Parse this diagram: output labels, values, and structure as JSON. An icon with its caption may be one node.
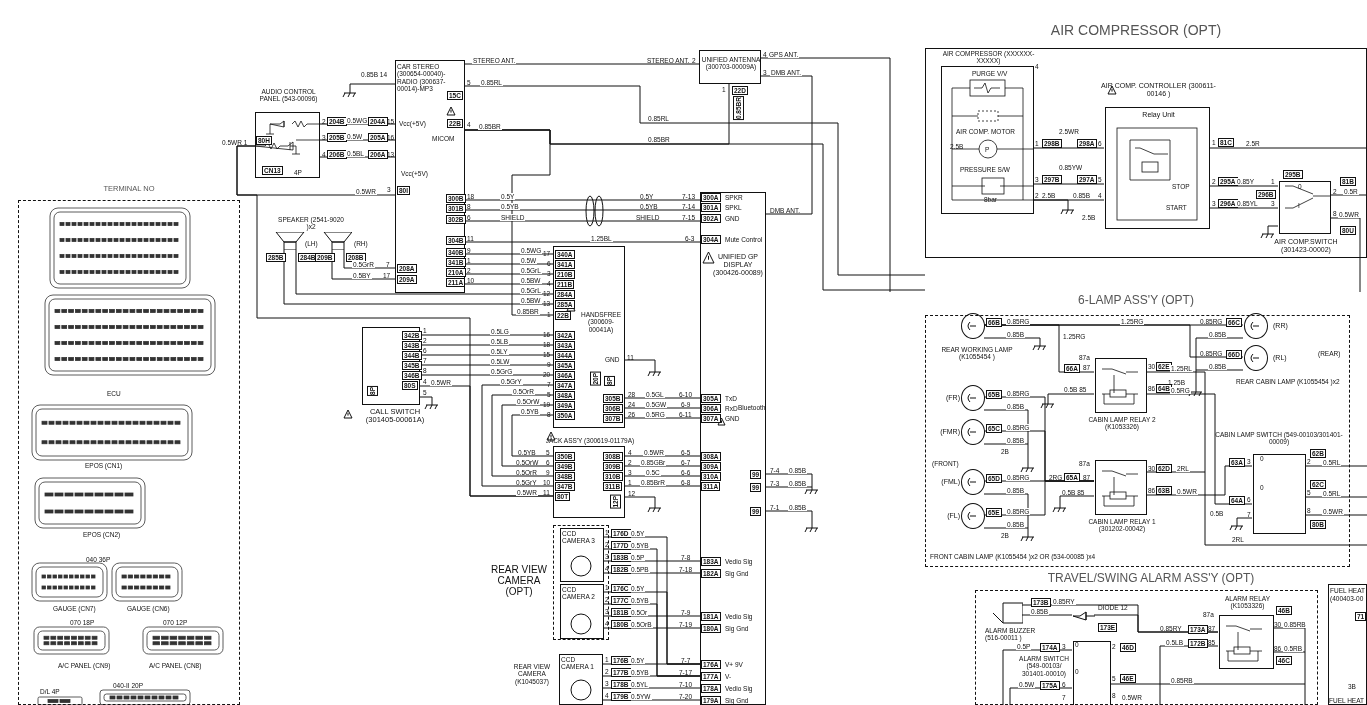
{
  "diagram": {
    "nodes": [
      {
        "text": [
          "AUDIO CONTROL PANEL (543-00096)",
          "4P"
        ]
      },
      {
        "text": [
          "CAR STEREO (300654-00040)-RADIO (300637-00014)-MP3"
        ]
      },
      {
        "text": [
          "UNIFIED ANTENNA (300703-00009A)"
        ]
      },
      {
        "text": [
          "UNIFIED GP DISPLAY (300426-00089)"
        ]
      },
      {
        "text": [
          "SPEAKER (2541-9020 )x2"
        ]
      },
      {
        "text": [
          "HANDSFREE (300609-00041A)"
        ]
      },
      {
        "text": [
          "CALL SWITCH (301405-00061A)"
        ]
      },
      {
        "text": [
          "JACK ASS'Y (300619-01179A)"
        ]
      },
      {
        "text": [
          "REAR VIEW CAMERA (OPT)"
        ]
      },
      {
        "text": [
          "CCD CAMERA 3"
        ],
        "in": 8
      },
      {
        "text": [
          "CCD CAMERA 2"
        ],
        "in": 8
      },
      {
        "text": [
          "CCD CAMERA 1"
        ],
        "beside": [
          "REAR VIEW CAMERA (K1045037)"
        ]
      },
      {
        "text": [
          "TERMINAL NO"
        ]
      },
      {
        "text": [
          "AIR COMPRESSOR (OPT)"
        ]
      },
      {
        "text": [
          "AIR COMPRESSOR (XXXXXX-XXXXX)"
        ],
        "in": 13
      },
      {
        "text": [
          "AIR COMP. CONTROLLER (300611-00146 )",
          "Relay Unit"
        ],
        "in": 13
      },
      {
        "text": [
          "AIR COMP.SWITCH (301423-00002)"
        ],
        "in": 13
      },
      {
        "text": [
          "6-LAMP ASS'Y (OPT)"
        ]
      },
      {
        "text": [
          "REAR WORKING LAMP (K1055454 )"
        ],
        "in": 17
      },
      {
        "text": [
          "(RR)"
        ],
        "in": 17
      },
      {
        "text": [
          "(RL)"
        ],
        "in": 17
      },
      {
        "text": [
          "(FR)"
        ],
        "in": 17
      },
      {
        "text": [
          "(FMR)"
        ],
        "in": 17
      },
      {
        "text": [
          "(FML)"
        ],
        "in": 17
      },
      {
        "text": [
          "(FL)"
        ],
        "in": 17
      },
      {
        "text": [
          "CABIN LAMP RELAY 2 (K1053326)"
        ],
        "in": 17
      },
      {
        "text": [
          "CABIN LAMP RELAY 1 (301202-00042)"
        ],
        "in": 17
      },
      {
        "text": [
          "CABIN LAMP SWITCH (549-00103/301401-00009)"
        ],
        "in": 17
      },
      {
        "text": [
          "TRAVEL/SWING ALARM ASS'Y (OPT)"
        ]
      },
      {
        "text": [
          "ALARM BUZZER (516-00011 )"
        ],
        "in": 28
      },
      {
        "text": [
          "DIODE 12"
        ],
        "in": 28
      },
      {
        "text": [
          "ALARM RELAY (K1053326)"
        ],
        "in": 28
      },
      {
        "text": [
          "ALARM SWITCH (549-00103/ 301401-00010)"
        ],
        "in": 28
      },
      {
        "text": [
          "FUEL HEAT",
          "(400403-00"
        ]
      }
    ],
    "edges": [
      {
        "from": 1,
        "to": 2,
        "arrow": "none",
        "label": "STEREO ANT."
      },
      {
        "from": 1,
        "to": null,
        "arrow": "none",
        "label": "0.85RL"
      },
      {
        "from": 1,
        "to": 2,
        "arrow": "none",
        "label": "0.85BR"
      },
      {
        "from": 1,
        "to": null,
        "arrow": "none"
      },
      {
        "from": 2,
        "to": null,
        "arrow": "none",
        "label": "GPS ANT."
      },
      {
        "from": 2,
        "to": 3,
        "arrow": "none",
        "label": "DMB ANT."
      },
      {
        "from": 0,
        "to": 1,
        "arrow": "none",
        "label": "0.5WG"
      },
      {
        "from": 0,
        "to": 1,
        "arrow": "none",
        "label": "0.5W"
      },
      {
        "from": 0,
        "to": 1,
        "arrow": "none",
        "label": "0.5BL"
      },
      {
        "from": 0,
        "to": 1,
        "arrow": "none",
        "label": "0.5WR"
      },
      {
        "from": 1,
        "to": null,
        "arrow": "none"
      },
      {
        "from": 1,
        "to": 3,
        "arrow": "none",
        "label": "0.5Y"
      },
      {
        "from": 1,
        "to": 3,
        "arrow": "none",
        "label": "0.5YB"
      },
      {
        "from": 1,
        "to": 3,
        "arrow": "none",
        "label": "SHIELD"
      },
      {
        "from": 1,
        "to": 3,
        "arrow": "none",
        "label": "1.25BL"
      },
      {
        "from": 1,
        "to": 5,
        "arrow": "none",
        "label": "0.5WG"
      },
      {
        "from": 1,
        "to": 5,
        "arrow": "none",
        "label": "0.5W"
      },
      {
        "from": 1,
        "to": 5,
        "arrow": "none",
        "label": "0.5GrL"
      },
      {
        "from": 1,
        "to": 5,
        "arrow": "none",
        "label": "0.5BW"
      },
      {
        "from": 4,
        "to": 1,
        "arrow": "none",
        "label": "0.5GrR"
      },
      {
        "from": 4,
        "to": 1,
        "arrow": "none",
        "label": "0.5BY"
      },
      {
        "from": 4,
        "to": 5,
        "arrow": "none",
        "label": "0.5GrL"
      },
      {
        "from": 4,
        "to": 5,
        "arrow": "none",
        "label": "0.5BW"
      },
      {
        "from": 1,
        "to": 5,
        "arrow": "none",
        "label": "0.85BR"
      },
      {
        "from": 0,
        "to": 7,
        "arrow": "none",
        "label": "0.5WR"
      },
      {
        "from": 6,
        "to": 7,
        "arrow": "none",
        "label": "0.5WR"
      },
      {
        "from": 6,
        "to": 5,
        "arrow": "none",
        "label": "0.5LG"
      },
      {
        "from": 6,
        "to": 5,
        "arrow": "none",
        "label": "0.5LB"
      },
      {
        "from": 6,
        "to": 5,
        "arrow": "none",
        "label": "0.5LY"
      },
      {
        "from": 6,
        "to": 5,
        "arrow": "none",
        "label": "0.5LW"
      },
      {
        "from": 6,
        "to": 5,
        "arrow": "none",
        "label": "0.5GrG"
      },
      {
        "from": 5,
        "to": 7,
        "arrow": "none",
        "label": "0.5GrY"
      },
      {
        "from": 5,
        "to": 7,
        "arrow": "none",
        "label": "0.5OrR"
      },
      {
        "from": 5,
        "to": 7,
        "arrow": "none",
        "label": "0.5OrW"
      },
      {
        "from": 5,
        "to": 7,
        "arrow": "none",
        "label": "0.5YB"
      },
      {
        "from": 5,
        "to": 3,
        "arrow": "none",
        "label": "0.5GL"
      },
      {
        "from": 5,
        "to": 3,
        "arrow": "none",
        "label": "0.5GW"
      },
      {
        "from": 5,
        "to": 3,
        "arrow": "none",
        "label": "0.5RG"
      },
      {
        "from": 7,
        "to": 3,
        "arrow": "none",
        "label": "0.5WR"
      },
      {
        "from": 7,
        "to": 3,
        "arrow": "none",
        "label": "0.85GBr"
      },
      {
        "from": 7,
        "to": 3,
        "arrow": "none",
        "label": "0.5C"
      },
      {
        "from": 7,
        "to": 3,
        "arrow": "none",
        "label": "0.85BrR"
      },
      {
        "from": 5,
        "to": null,
        "arrow": "none"
      },
      {
        "from": 7,
        "to": null,
        "arrow": "none"
      },
      {
        "from": 6,
        "to": null,
        "arrow": "none"
      },
      {
        "from": 9,
        "to": 3,
        "arrow": "none",
        "label": "0.5Y"
      },
      {
        "from": 9,
        "to": 3,
        "arrow": "none",
        "label": "0.5YB"
      },
      {
        "from": 9,
        "to": 3,
        "arrow": "none",
        "label": "0.5P"
      },
      {
        "from": 9,
        "to": 3,
        "arrow": "none",
        "label": "0.5PB"
      },
      {
        "from": 10,
        "to": 3,
        "arrow": "none",
        "label": "0.5Y"
      },
      {
        "from": 10,
        "to": 3,
        "arrow": "none",
        "label": "0.5YB"
      },
      {
        "from": 10,
        "to": 3,
        "arrow": "none",
        "label": "0.5Or"
      },
      {
        "from": 10,
        "to": 3,
        "arrow": "none",
        "label": "0.5OrB"
      },
      {
        "from": 11,
        "to": 3,
        "arrow": "none",
        "label": "0.5Y"
      },
      {
        "from": 11,
        "to": 3,
        "arrow": "none",
        "label": "0.5YB"
      },
      {
        "from": 11,
        "to": 3,
        "arrow": "none",
        "label": "0.5YL"
      },
      {
        "from": 11,
        "to": 3,
        "arrow": "none",
        "label": "0.5YW"
      },
      {
        "from": 3,
        "to": null,
        "arrow": "none",
        "label": "0.85B"
      },
      {
        "from": 3,
        "to": null,
        "arrow": "none",
        "label": "0.85B"
      },
      {
        "from": 3,
        "to": null,
        "arrow": "none",
        "label": "0.85B"
      },
      {
        "from": 14,
        "to": 15,
        "arrow": "none",
        "label": "2.5WR"
      },
      {
        "from": 14,
        "to": 15,
        "arrow": "none",
        "label": "0.85YW"
      },
      {
        "from": 14,
        "to": 15,
        "arrow": "none",
        "label": "0.85B"
      },
      {
        "from": 14,
        "to": null,
        "arrow": "none"
      },
      {
        "from": 15,
        "to": null,
        "arrow": "none",
        "label": "2.5R"
      },
      {
        "from": 15,
        "to": 16,
        "arrow": "none",
        "label": "0.85Y"
      },
      {
        "from": 15,
        "to": 16,
        "arrow": "none",
        "label": "0.85YL"
      },
      {
        "from": 16,
        "to": null,
        "arrow": "none",
        "label": "0.5R"
      },
      {
        "from": 16,
        "to": null,
        "arrow": "none",
        "label": "0.5WR"
      },
      {
        "from": 16,
        "to": null,
        "arrow": "none"
      },
      {
        "from": 18,
        "to": 19,
        "arrow": "none",
        "label": "1.25RG"
      },
      {
        "from": 18,
        "to": 25,
        "arrow": "none",
        "label": "1.25RG"
      },
      {
        "from": 18,
        "to": 20,
        "arrow": "none",
        "label": "0.85RG"
      },
      {
        "from": 18,
        "to": null,
        "arrow": "none",
        "label": "0.85B"
      },
      {
        "from": 19,
        "to": null,
        "arrow": "none",
        "label": "0.85B"
      },
      {
        "from": 20,
        "to": null,
        "arrow": "none",
        "label": "0.85B"
      },
      {
        "from": 25,
        "to": null,
        "arrow": "none",
        "label": "1.25RL"
      },
      {
        "from": 25,
        "to": 27,
        "arrow": "none",
        "label": "0.5RG"
      },
      {
        "from": 26,
        "to": null,
        "arrow": "none",
        "label": "2RL"
      },
      {
        "from": 26,
        "to": 27,
        "arrow": "none",
        "label": "0.5WR"
      },
      {
        "from": 25,
        "to": null,
        "arrow": "none"
      },
      {
        "from": 26,
        "to": null,
        "arrow": "none"
      },
      {
        "from": 21,
        "to": 26,
        "arrow": "none",
        "label": "0.85RG"
      },
      {
        "from": 22,
        "to": 26,
        "arrow": "none",
        "label": "0.85RG"
      },
      {
        "from": 23,
        "to": 26,
        "arrow": "none",
        "label": "0.85RG"
      },
      {
        "from": 24,
        "to": 26,
        "arrow": "none",
        "label": "0.85RG"
      },
      {
        "from": 21,
        "to": null,
        "arrow": "none",
        "label": "0.85B"
      },
      {
        "from": 22,
        "to": null,
        "arrow": "none",
        "label": "0.85B"
      },
      {
        "from": 23,
        "to": null,
        "arrow": "none",
        "label": "0.85B"
      },
      {
        "from": 24,
        "to": null,
        "arrow": "none",
        "label": "0.85B"
      },
      {
        "from": 27,
        "to": null,
        "arrow": "none",
        "label": "0.5RL"
      },
      {
        "from": 27,
        "to": null,
        "arrow": "none",
        "label": "0.5RL"
      },
      {
        "from": 27,
        "to": null,
        "arrow": "none",
        "label": "0.5WR"
      },
      {
        "from": 27,
        "to": null,
        "arrow": "none"
      },
      {
        "from": 29,
        "to": 31,
        "arrow": "none",
        "label": "0.85RY"
      },
      {
        "from": 29,
        "to": 30,
        "arrow": "none",
        "label": "0.85B"
      },
      {
        "from": 30,
        "to": 31,
        "arrow": "none"
      },
      {
        "from": null,
        "to": 31,
        "arrow": "none",
        "label": "0.5LB"
      },
      {
        "from": 31,
        "to": null,
        "arrow": "none",
        "label": "0.85RB"
      },
      {
        "from": 31,
        "to": null,
        "arrow": "none",
        "label": "0.5RB"
      },
      {
        "from": 32,
        "to": null,
        "arrow": "none",
        "label": "0.5P"
      },
      {
        "from": 32,
        "to": null,
        "arrow": "none",
        "label": "0.5W"
      },
      {
        "from": 32,
        "to": null,
        "arrow": "none",
        "label": "0.85RB"
      }
    ],
    "labels": [
      "0.85B 14",
      "2",
      "204B",
      "204A",
      "15",
      "3",
      "205B",
      "205A",
      "16",
      "4",
      "206B",
      "206A",
      "13",
      "80H",
      "0.5WR 1",
      "CN13",
      "Vcc(+5V)",
      "MICOM",
      "Vcc(+5V)",
      "3",
      "80I",
      "5",
      "15C",
      "22B",
      "4",
      "300B",
      "18",
      "301B",
      "8",
      "302B",
      "6",
      "304B",
      "11",
      "340B",
      "9",
      "341B",
      "1",
      "210A",
      "2",
      "211A",
      "10",
      "7",
      "208A",
      "17",
      "209A",
      "(LH)",
      "(RH)",
      "285B",
      "284B",
      "209B",
      "208B",
      "STEREO ANT.",
      "2",
      "4",
      "3",
      "1",
      "22D",
      "0.85BR",
      "0.85RL",
      "0.85BR",
      "0.5Y",
      "0.5YB",
      "SHIELD",
      "7-13",
      "300A",
      "SPKR",
      "7-14",
      "301A",
      "SPKL",
      "7-15",
      "302A",
      "GND",
      "6-3",
      "304A",
      "Mute Control",
      "DMB ANT.",
      "17",
      "340A",
      "6",
      "341A",
      "3",
      "210B",
      "4",
      "211B",
      "12",
      "284A",
      "13",
      "285A",
      "1",
      "22B",
      "16",
      "342A",
      "18",
      "343A",
      "15",
      "344A",
      "9",
      "345A",
      "20",
      "346A",
      "7",
      "347A",
      "5",
      "348A",
      "19",
      "349A",
      "8",
      "350A",
      "20P",
      "8P",
      "GND",
      "11",
      "342B",
      "1",
      "343B",
      "2",
      "344B",
      "6",
      "345B",
      "7",
      "346B",
      "8",
      "80S",
      "4",
      "5",
      "8P",
      "305B",
      "28",
      "6-10",
      "305A",
      "TxD",
      "306B",
      "24",
      "6-9",
      "306A",
      "RxD",
      "307B",
      "26",
      "6-11",
      "307A",
      "GND",
      "Bluetooth",
      "5",
      "350B",
      "6",
      "349B",
      "9",
      "348B",
      "10",
      "347B",
      "11",
      "80T",
      "308B",
      "4",
      "6-5",
      "308A",
      "309B",
      "2",
      "6-7",
      "309A",
      "310B",
      "3",
      "6-6",
      "310A",
      "311B",
      "1",
      "6-8",
      "311A",
      "12P",
      "12",
      "99",
      "7-4",
      "99",
      "7-3",
      "99",
      "7-1",
      "1",
      "176D",
      "2",
      "177D",
      "3",
      "183B",
      "4",
      "182B",
      "7-8",
      "183A",
      "Vedio Sig",
      "7-18",
      "182A",
      "Sig Gnd",
      "1",
      "176C",
      "2",
      "177C",
      "3",
      "181B",
      "4",
      "180B",
      "7-9",
      "181A",
      "Vedio Sig",
      "7-19",
      "180A",
      "Sig Gnd",
      "1",
      "176B",
      "2",
      "177B",
      "3",
      "178B",
      "4",
      "179B",
      "7-7",
      "176A",
      "V+ 9V",
      "7-17",
      "177A",
      "V-",
      "7-10",
      "178A",
      "Vedio Sig",
      "7-20",
      "179A",
      "Sig Gnd",
      "ECU",
      "EPOS (CN1)",
      "EPOS (CN2)",
      "040 36P",
      "GAUGE (CN7)",
      "GAUGE (CN6)",
      "070 18P",
      "070 12P",
      "A/C PANEL (CN9)",
      "A/C PANEL (CN8)",
      "D/L 4P",
      "040-II 20P",
      "4",
      "PURGE V/V",
      "AIR COMP. MOTOR",
      "2.5B",
      "P",
      "PRESSURE S/W",
      "8bar",
      "1",
      "298B",
      "298A",
      "6",
      "3",
      "297B",
      "297A",
      "5",
      "2",
      "2.5B",
      "4",
      "2.5B",
      "STOP",
      "START",
      "1",
      "81C",
      "2",
      "295A",
      "3",
      "296A",
      "295B",
      "296B",
      "1",
      "3",
      "0",
      "I",
      "81B",
      "2",
      "8",
      "80U",
      "66B",
      "87a",
      "66A",
      "87",
      "0.5B 85",
      "30",
      "62E",
      "86",
      "64B",
      "66C",
      "66D",
      "(REAR)",
      "1.25B",
      "REAR CABIN LAMP (K1055454 )x2",
      "(FRONT)",
      "65B",
      "65C",
      "65D",
      "65E",
      "2B",
      "2B",
      "2RG",
      "65A",
      "87a",
      "87",
      "0.5B 85",
      "30",
      "62D",
      "86",
      "63B",
      "63A",
      "3",
      "0",
      "62B",
      "2",
      "62C",
      "0",
      "5",
      "64A",
      "6",
      "0.5B",
      "7",
      "8",
      "80B",
      "2RL",
      "173B",
      "173E",
      "87a",
      "173A",
      "87",
      "172B",
      "85",
      "46B",
      "30",
      "86",
      "46C",
      "174A",
      "3",
      "0",
      "2",
      "46D",
      "0",
      "175A",
      "6",
      "5",
      "46E",
      "7",
      "8",
      "0.5WR",
      "71",
      "3B",
      "FUEL HEAT",
      "0.85RG",
      "0.85RG",
      "0.85RY",
      "0.5YB",
      "0.5OrW",
      "0.5OrR",
      "0.5GrY",
      "FRONT CABIN LAMP (K1055454 )x2 OR (534-00085 )x4"
    ]
  }
}
